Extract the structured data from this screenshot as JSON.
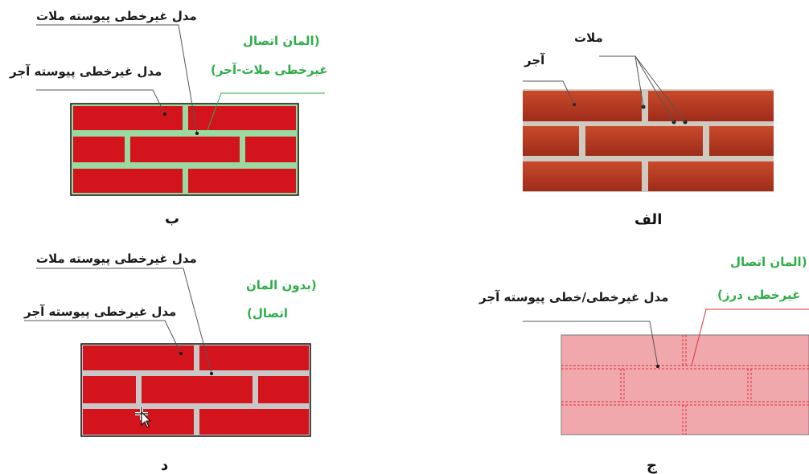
{
  "panels": {
    "alef": {
      "letter": "الف",
      "labels": {
        "mortar": "ملات",
        "brick": "آجر"
      }
    },
    "be": {
      "letter": "ب",
      "labels": {
        "mortar_model": "مدل غیرخطی پیوسته ملات",
        "brick_model": "مدل غیرخطی پیوسته آجر",
        "interface_line1": "(المان اتصال",
        "interface_line2": "غیرخطی ملات-آجر)"
      }
    },
    "jim": {
      "letter": "ج",
      "labels": {
        "brick_model": "مدل غیرخطی/خطی پیوسته آجر",
        "interface_line1": "(المان اتصال",
        "interface_line2": "غیرخطی درز)"
      }
    },
    "dal": {
      "letter": "د",
      "labels": {
        "mortar_model": "مدل غیرخطی پیوسته ملات",
        "brick_model": "مدل غیرخطی پیوسته آجر",
        "no_interface_line1": "(بدون المان",
        "no_interface_line2": "اتصال)"
      }
    }
  },
  "colors": {
    "brick_red": "#d3141d",
    "mortar_green": "#9ad9a0",
    "mortar_gray": "#c8c8c8",
    "photo_brick": "#b8331f",
    "pink_brick": "#f0a8ac",
    "dashed_red": "#e0303a",
    "label_green": "#2fae4a"
  },
  "icons": {
    "cursor": "move-cursor-icon"
  }
}
